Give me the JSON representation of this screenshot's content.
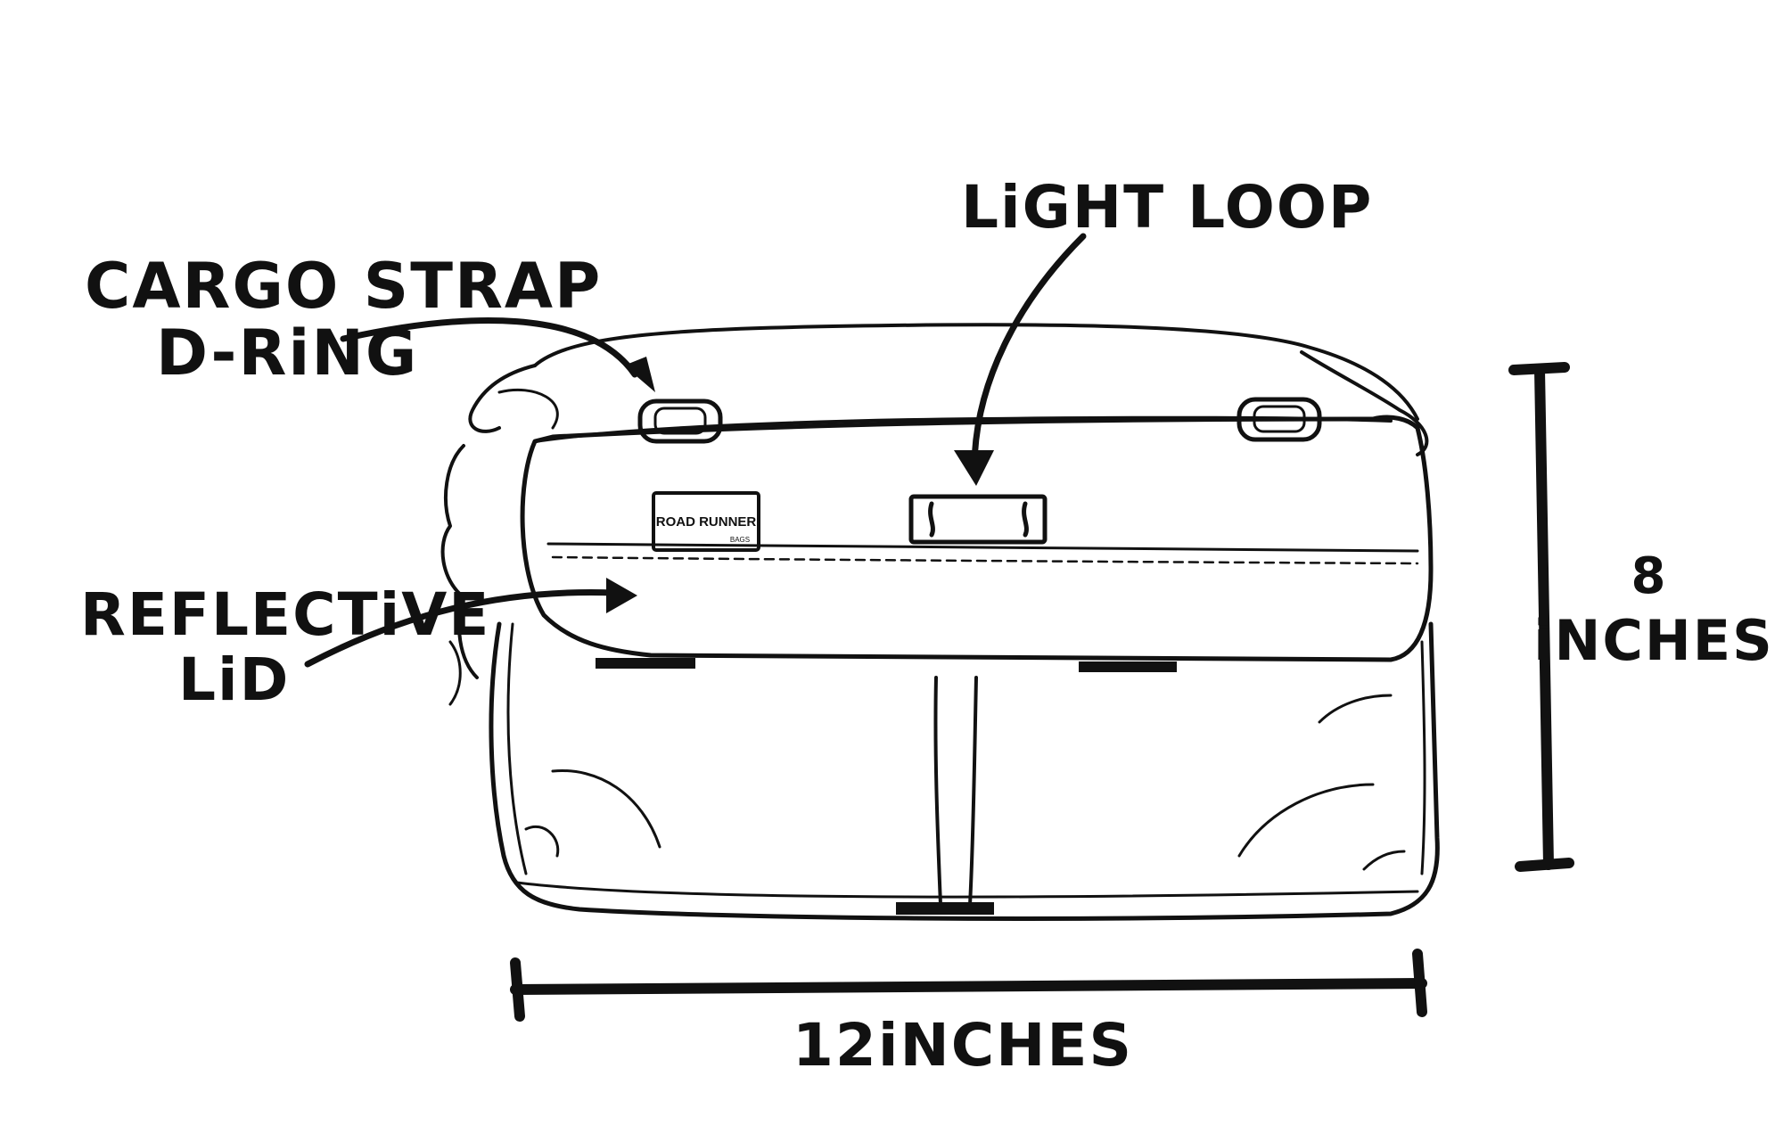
{
  "labels": {
    "cargo_strap_line1": "CARGO STRAP",
    "cargo_strap_line2": "D-RiNG",
    "light_loop": "LiGHT LOOP",
    "reflective_line1": "REFLECTiVE",
    "reflective_line2": "LiD",
    "height_line1": "8",
    "height_line2": "iNCHES",
    "width": "12iNCHES"
  },
  "brand_tag": {
    "name": "ROAD RUNNER",
    "sub": "BAGS"
  },
  "dimensions": {
    "width_inches": 12,
    "height_inches": 8
  },
  "colors": {
    "ink": "#111111",
    "background": "#ffffff"
  }
}
